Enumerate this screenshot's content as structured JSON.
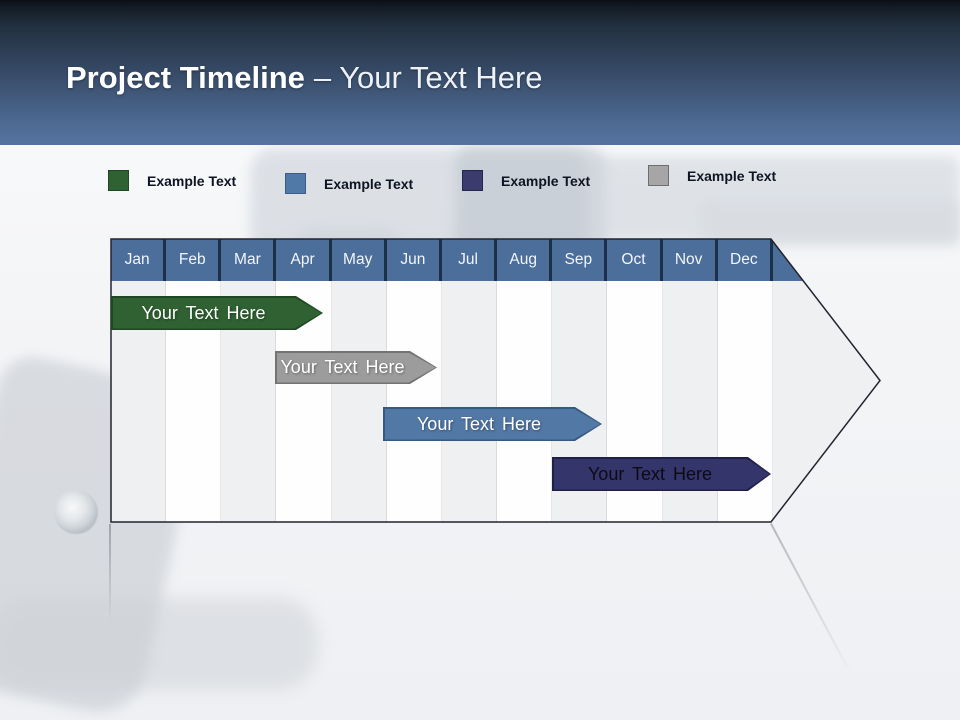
{
  "header": {
    "title_primary": "Project Timeline",
    "title_secondary": "– Your Text Here",
    "gradient_top": "#0b0f15",
    "gradient_bottom": "#55739f"
  },
  "legend": {
    "items": [
      {
        "label": "Example Text",
        "color": "#2f6132",
        "border": "#1f4722"
      },
      {
        "label": "Example Text",
        "color": "#5179a8",
        "border": "#3a5c85"
      },
      {
        "label": "Example Text",
        "color": "#3b3c6d",
        "border": "#252650"
      },
      {
        "label": "Example Text",
        "color": "#a6a6a6",
        "border": "#6e6e6e"
      }
    ]
  },
  "timeline": {
    "months": [
      "Jan",
      "Feb",
      "Mar",
      "Apr",
      "May",
      "Jun",
      "Jul",
      "Aug",
      "Sep",
      "Oct",
      "Nov",
      "Dec"
    ],
    "header_fill": "#4c6e9b",
    "header_border": "#1c3048",
    "body_fill": "#eff0f2",
    "outline_color": "#23232f",
    "bars": [
      {
        "label": "Your Text Here",
        "fill": "#2f6132",
        "border": "#1f4722",
        "text_color": "#ffffff",
        "start": "Jan",
        "end": "Mar"
      },
      {
        "label": "Your Text Here",
        "fill": "#9c9c9c",
        "border": "#737373",
        "text_color": "#ffffff",
        "start": "Apr",
        "end": "Jun"
      },
      {
        "label": "Your Text Here",
        "fill": "#5278a5",
        "border": "#36597f",
        "text_color": "#ffffff",
        "start": "Jun",
        "end": "Sep"
      },
      {
        "label": "Your Text Here",
        "fill": "#34356a",
        "border": "#1f2047",
        "text_color": "#0b0b14",
        "start": "Sep",
        "end": "Dec"
      }
    ]
  }
}
